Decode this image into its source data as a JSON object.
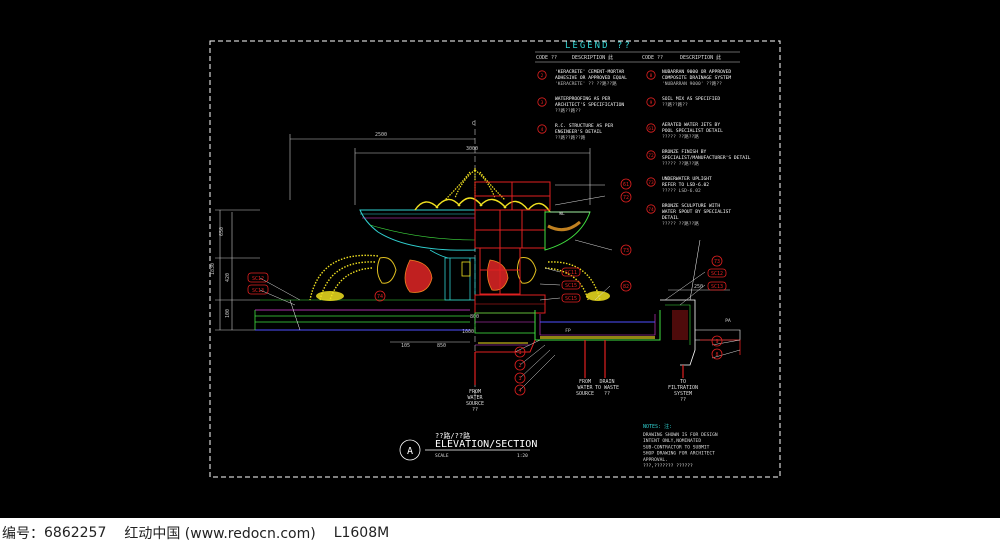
{
  "legend": {
    "title": "LEGEND ??",
    "col_code": "CODE ??",
    "col_desc": "DESCRIPTION 此",
    "left_items": [
      {
        "code": "2",
        "lines": [
          "'KERACRETE' CEMENT-MORTAR",
          "ADHESIVE OR APPROVED EQUAL",
          "'KERACRETE' ?? ??路??路"
        ]
      },
      {
        "code": "3",
        "lines": [
          "WATERPROOFING AS PER",
          "ARCHITECT'S SPECIFICATION",
          "??路??路??"
        ]
      },
      {
        "code": "4",
        "lines": [
          "R.C. STRUCTURE AS PER",
          "ENGINEER'S DETAIL",
          "??路??路??路"
        ]
      }
    ],
    "right_items": [
      {
        "code": "8",
        "lines": [
          "NUBARRAN 9000 OR APPROVED",
          "COMPOSITE DRAINAGE SYSTEM",
          "'NUBARRAN 9000' ??路??"
        ]
      },
      {
        "code": "9",
        "lines": [
          "SOIL MIX AS SPECIFIED",
          "??路??路??"
        ]
      },
      {
        "code": "61",
        "lines": [
          "AERATED WATER JETS BY",
          "POOL SPECIALIST DETAIL",
          "?????  ??路??路"
        ]
      },
      {
        "code": "72",
        "lines": [
          "BRONZE FINISH BY",
          "SPECIALIST/MANUFACTURER'S DETAIL",
          "?????  ??路??路"
        ]
      },
      {
        "code": "73",
        "lines": [
          "UNDERWATER UPLIGHT",
          "REFER TO LSD-6.02",
          "?????   LSD-6.02"
        ]
      },
      {
        "code": "74",
        "lines": [
          "BRONZE SCULPTURE WITH",
          "WATER SPOUT BY SPECIALIST",
          "DETAIL",
          "?????  ??路??路"
        ]
      }
    ]
  },
  "dimensions": {
    "d2500": "2500",
    "d3000": "3000",
    "d650": "650",
    "d420": "420",
    "d1830": "1830",
    "d100": "100",
    "d800": "800",
    "d1000": "1000",
    "d850": "850",
    "d105": "105",
    "d250": "250",
    "center": "C"
  },
  "tags": {
    "sc12": "SC12",
    "sc13": "SC13",
    "sc15": "SC15",
    "sc11": "SC11",
    "t61": "61",
    "t72": "72",
    "t73": "73",
    "t74": "74",
    "t82": "82",
    "t1": "1",
    "t2": "2",
    "t3": "3",
    "t4": "4",
    "t5": "5",
    "t6": "6",
    "t8": "8",
    "t9": "9",
    "wl": "WL",
    "fp": "FP",
    "pa": "PA"
  },
  "callouts": {
    "water_source": [
      "FROM",
      "WATER",
      "SOURCE",
      "??"
    ],
    "water_source_left": [
      "FROM",
      "WATER",
      "SOURCE"
    ],
    "drain": [
      "DRAIN",
      "TO WASTE",
      "??"
    ],
    "filtration": [
      "TO",
      "FILTRATION",
      "SYSTEM",
      "??"
    ]
  },
  "title_block": {
    "marker": "A",
    "subtitle": "??路/??路",
    "title": "ELEVATION/SECTION",
    "scale_label": "SCALE",
    "scale_value": "1:20"
  },
  "notes": {
    "header": "NOTES: 注:",
    "lines": [
      "DRAWING SHOWN IS FOR DESIGN",
      "INTENT ONLY,NOMINATED",
      "SUB-CONTRACTOR TO SUBMIT",
      "SHOP DRAWING FOR ARCHITECT",
      "APPROVAL.",
      "???,???????  ??????"
    ]
  },
  "footer": {
    "id_label": "编号：",
    "id_value": "6862257",
    "site": "红动中国 (www.redocn.com)",
    "code": "L1608M"
  },
  "colors": {
    "background": "#000000",
    "frame": "#ffffff",
    "dimension": "#c8c8c8",
    "water": "#f0e020",
    "structure_red": "#e02020",
    "bowl_cyan": "#30d0d0",
    "green": "#40e040",
    "magenta": "#e040e0",
    "blue": "#5050ff"
  }
}
